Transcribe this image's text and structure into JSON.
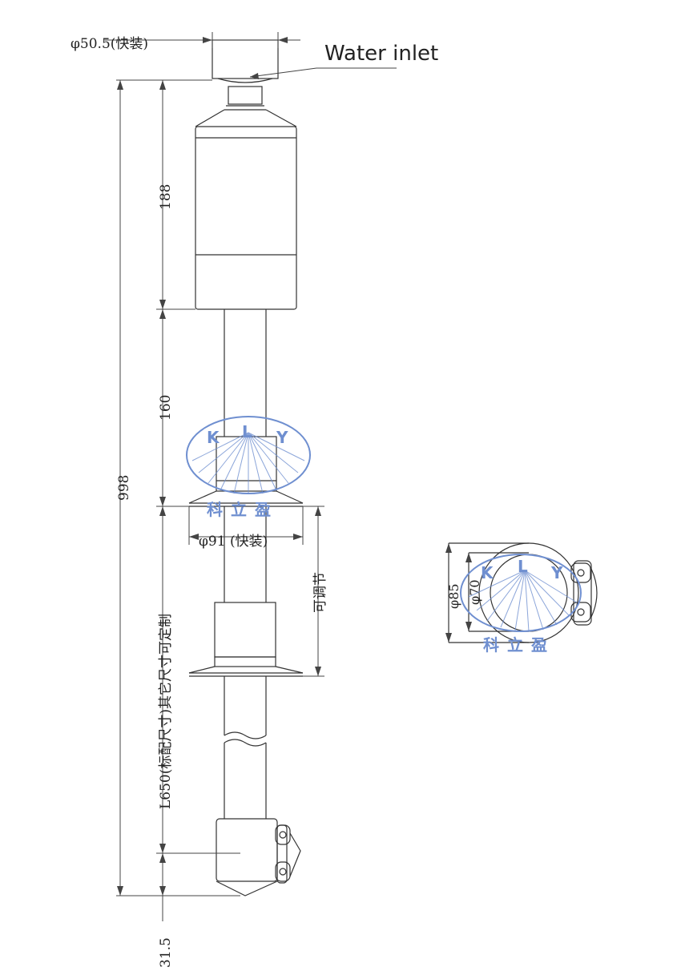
{
  "labels": {
    "inlet_diameter": "φ50.5(快装)",
    "water_inlet": "Water inlet",
    "dim_188": "188",
    "dim_160": "160",
    "dim_998": "998",
    "flange_diameter": "φ91 (快装)",
    "adjustable": "可调节",
    "length_note": "L650(标配尺寸)其它尺寸可定制",
    "dim_31_5": "31.5",
    "dia_85": "φ85",
    "dia_70": "φ70"
  },
  "watermark": {
    "letters": [
      "K",
      "L",
      "Y"
    ],
    "chinese": "科立盈",
    "color": "#6f8fd0"
  },
  "colors": {
    "line": "#333333",
    "dim_line": "#444444",
    "watermark": "#6f8fd0"
  }
}
